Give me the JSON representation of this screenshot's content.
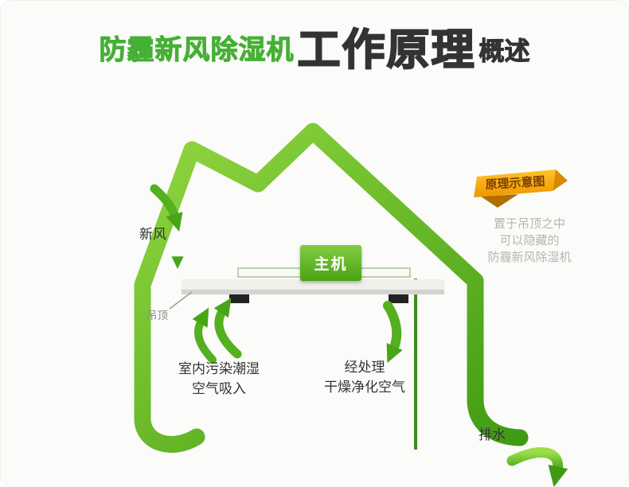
{
  "title": {
    "brand": "防霾新风除湿机",
    "main": "工作原理",
    "suffix": "概述"
  },
  "labels": {
    "fresh_air": "新风",
    "ceiling": "吊顶",
    "main_unit": "主机",
    "intake_line1": "室内污染潮湿",
    "intake_line2": "空气吸入",
    "processed_line1": "经处理",
    "processed_line2": "干燥净化空气",
    "drain": "排水"
  },
  "badge": {
    "label": "原理示意图"
  },
  "note": {
    "line1": "置于吊顶之中",
    "line2": "可以隐藏的",
    "line3": "防霾新风除湿机"
  },
  "colors": {
    "green_main": "#55b225",
    "green_dark": "#3f9a12",
    "title_green": "#45b035",
    "title_dark": "#333333",
    "gold": "#f6a300",
    "badge_text": "#7c3f00",
    "note_gray": "#b5b5b2",
    "label_text": "#333333",
    "ceiling_gray": "#efefec",
    "hanger_black": "#222222"
  }
}
